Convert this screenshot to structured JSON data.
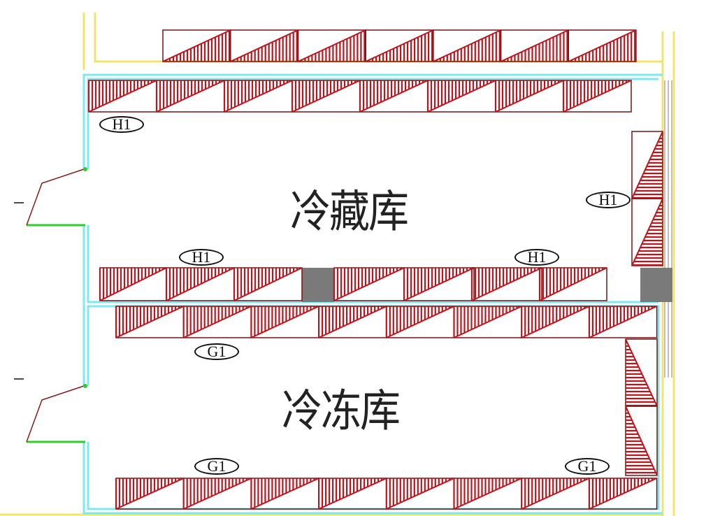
{
  "rooms": {
    "cold_storage": "冷藏库",
    "freezer": "冷冻库"
  },
  "tags": {
    "h1": "H1",
    "g1": "G1"
  },
  "colors": {
    "shelf": "#c0141c",
    "wall": "#7ee8f0",
    "outer": "#f2e36c",
    "door": "#2ecc2e",
    "column": "#7a7a7a"
  }
}
